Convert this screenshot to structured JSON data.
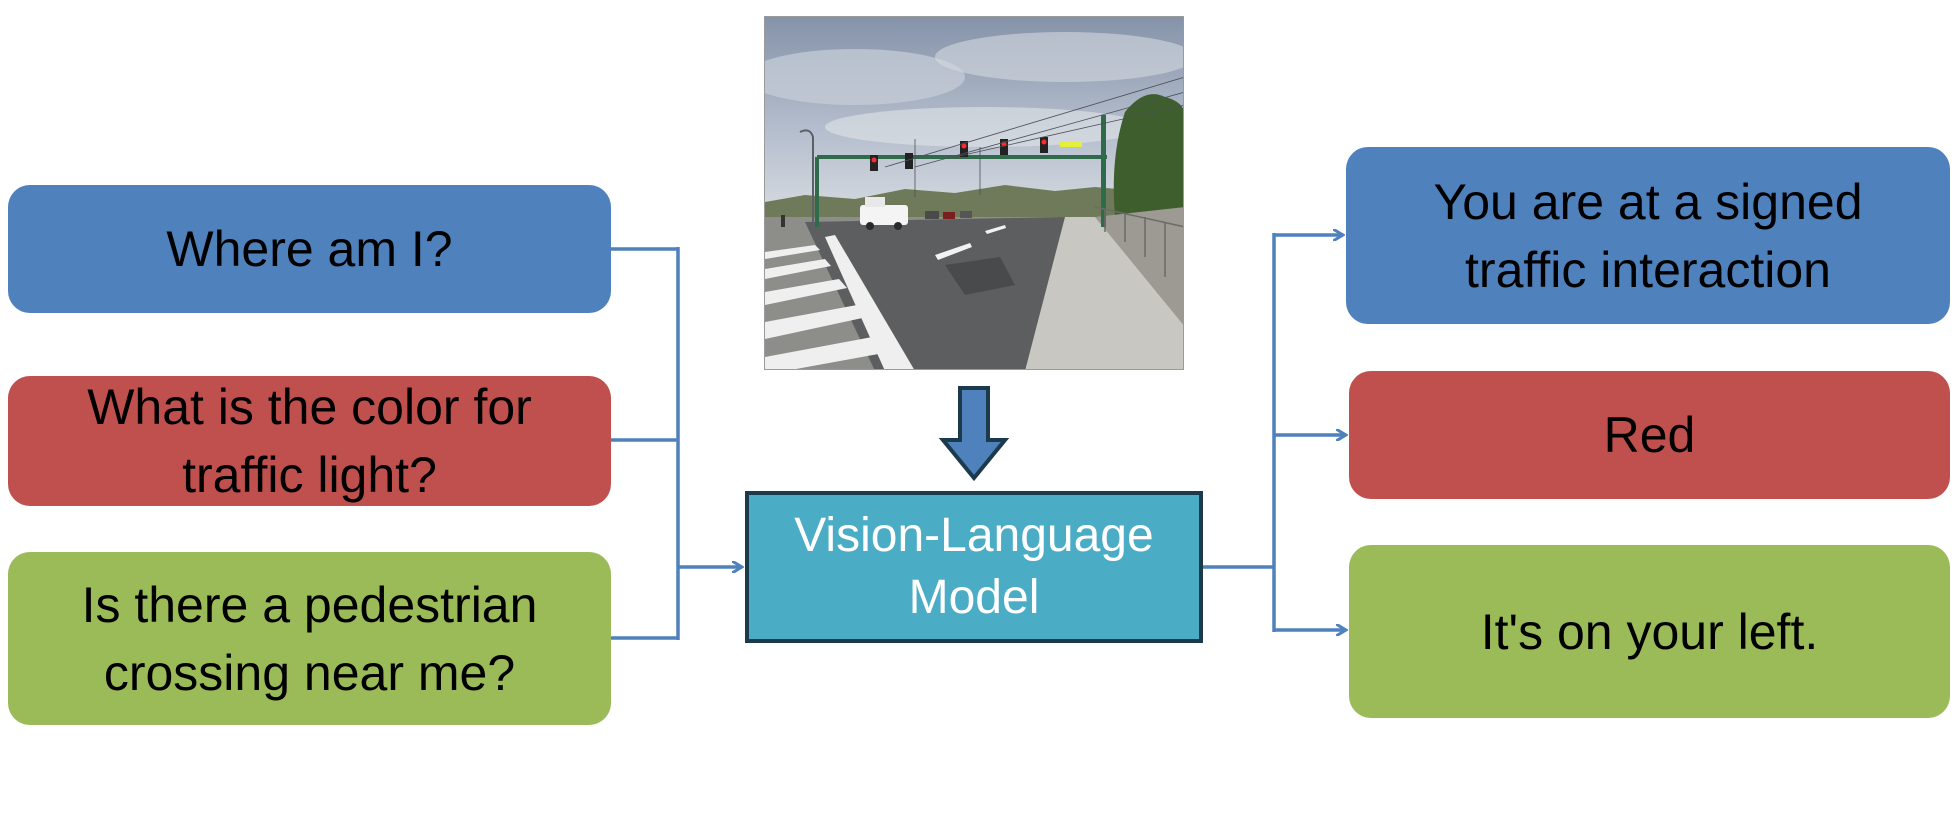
{
  "colors": {
    "blue": "#4f81bd",
    "red": "#c0504d",
    "green": "#9bbb59",
    "model_fill": "#4bacc6",
    "model_border": "#1b3a4c",
    "connector": "#4f81bd"
  },
  "questions": [
    {
      "text": "Where am I?",
      "color": "blue"
    },
    {
      "text": "What is the color for traffic light?",
      "color": "red"
    },
    {
      "text": "Is there a pedestrian crossing near me?",
      "color": "green"
    }
  ],
  "model": {
    "label": "Vision-Language Model"
  },
  "answers": [
    {
      "text": "You are at a signed traffic interaction",
      "color": "blue"
    },
    {
      "text": "Red",
      "color": "red"
    },
    {
      "text": "It's on your left.",
      "color": "green"
    }
  ]
}
